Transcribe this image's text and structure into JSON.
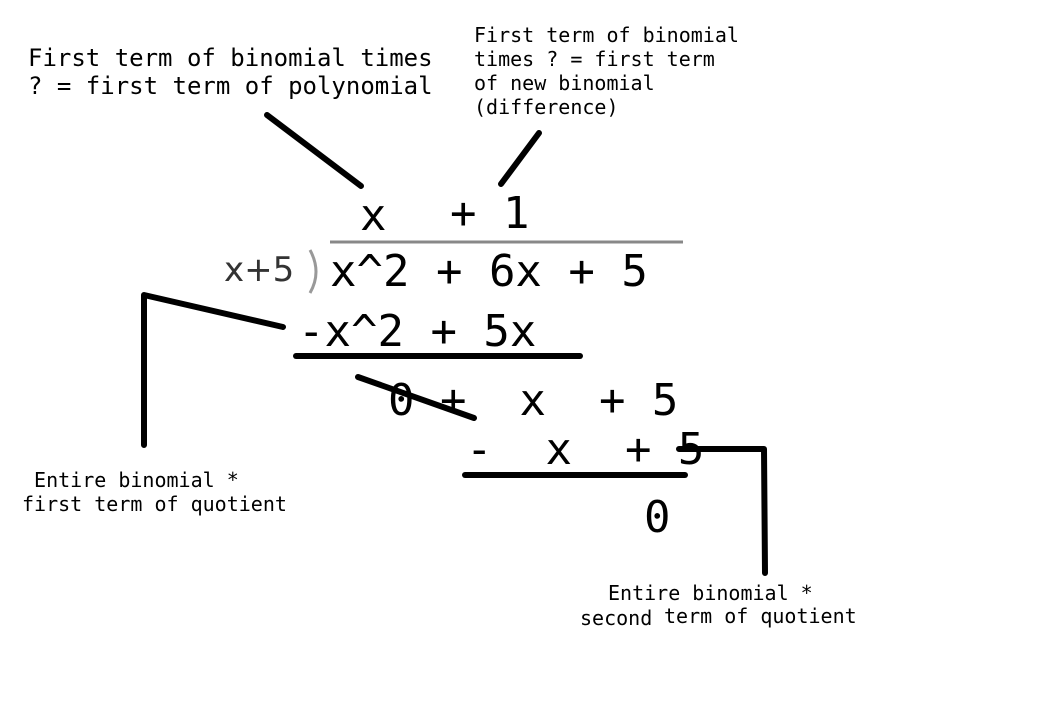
{
  "annotations": {
    "top_left": "First term of binomial times\n? = first term of polynomial",
    "top_right": "First term of binomial\ntimes ? = first term\nof new binomial\n(difference)",
    "bottom_left": " Entire binomial *\nfirst term of quotient",
    "bottom_right_1": "Entire binomial *",
    "bottom_right_2a": "second",
    "bottom_right_2b": "term of quotient"
  },
  "division": {
    "quotient_x": "x",
    "quotient_plus1": "+ 1",
    "divisor": "x+5",
    "dividend": "x^2 + 6x + 5",
    "subtract1": "-x^2 + 5x",
    "remainder1_zero": "0",
    "remainder1_rest": "+  x  + 5",
    "subtract2": "-  x  + 5",
    "final_remainder": "0"
  }
}
